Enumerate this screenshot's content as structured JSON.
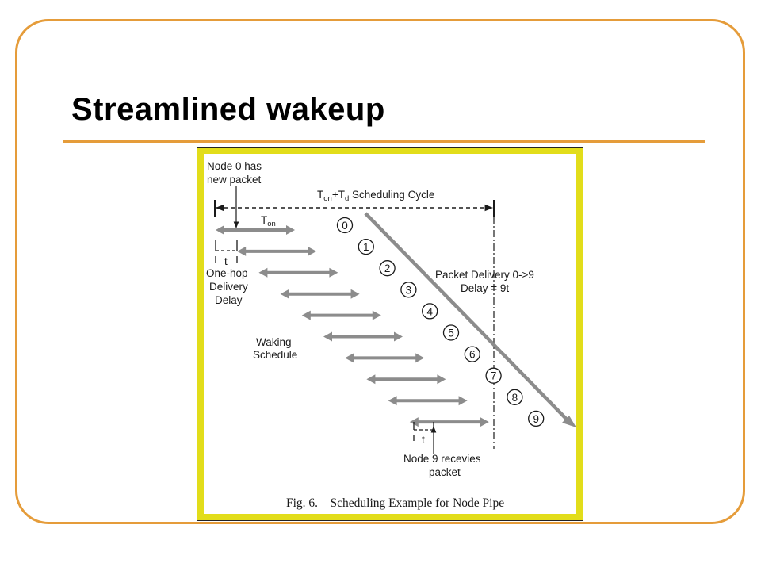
{
  "slide": {
    "title": "Streamlined wakeup",
    "frame_color": "#e59c3a",
    "figure_border_color": "#e2dd1a"
  },
  "diagram": {
    "label_new_packet_1": "Node 0 has",
    "label_new_packet_2": "new packet",
    "cycle_label_main": "T",
    "cycle_label_sub1": "on",
    "cycle_label_plus": "+T",
    "cycle_label_sub2": "d",
    "cycle_label_rest": " Scheduling Cycle",
    "ton_label_main": "T",
    "ton_label_sub": "on",
    "t_label_top": "t",
    "onehop_1": "One-hop",
    "onehop_2": "Delivery",
    "onehop_3": "Delay",
    "waking_1": "Waking",
    "waking_2": "Schedule",
    "delivery_1": "Packet Delivery 0->9",
    "delivery_2": "Delay = 9t",
    "t_label_bottom": "t",
    "node9_1": "Node 9 recevies",
    "node9_2": "packet",
    "caption": "Fig. 6.    Scheduling Example for Node Pipe",
    "nodes": [
      "0",
      "1",
      "2",
      "3",
      "4",
      "5",
      "6",
      "7",
      "8",
      "9"
    ]
  }
}
